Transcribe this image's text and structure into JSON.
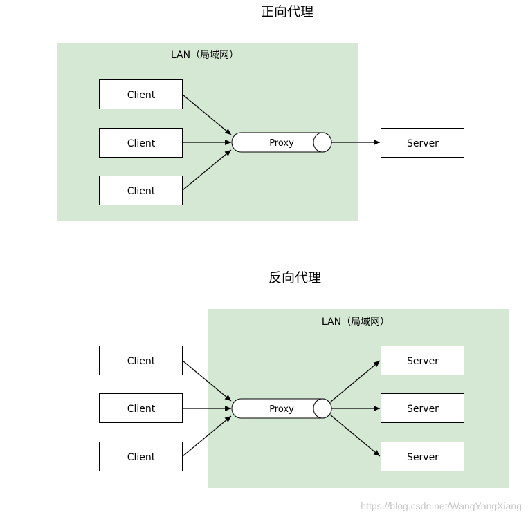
{
  "forward": {
    "title": "正向代理",
    "lan_label": "LAN（局域网）",
    "clients": [
      "Client",
      "Client",
      "Client"
    ],
    "proxy": "Proxy",
    "servers": [
      "Server"
    ]
  },
  "reverse": {
    "title": "反向代理",
    "lan_label": "LAN（局域网）",
    "clients": [
      "Client",
      "Client",
      "Client"
    ],
    "proxy": "Proxy",
    "servers": [
      "Server",
      "Server",
      "Server"
    ]
  },
  "watermark": "https://blog.csdn.net/WangYangXiang",
  "colors": {
    "lan_fill": "#d5e8d4",
    "stroke": "#000000",
    "watermark": "#c8c8c8"
  }
}
